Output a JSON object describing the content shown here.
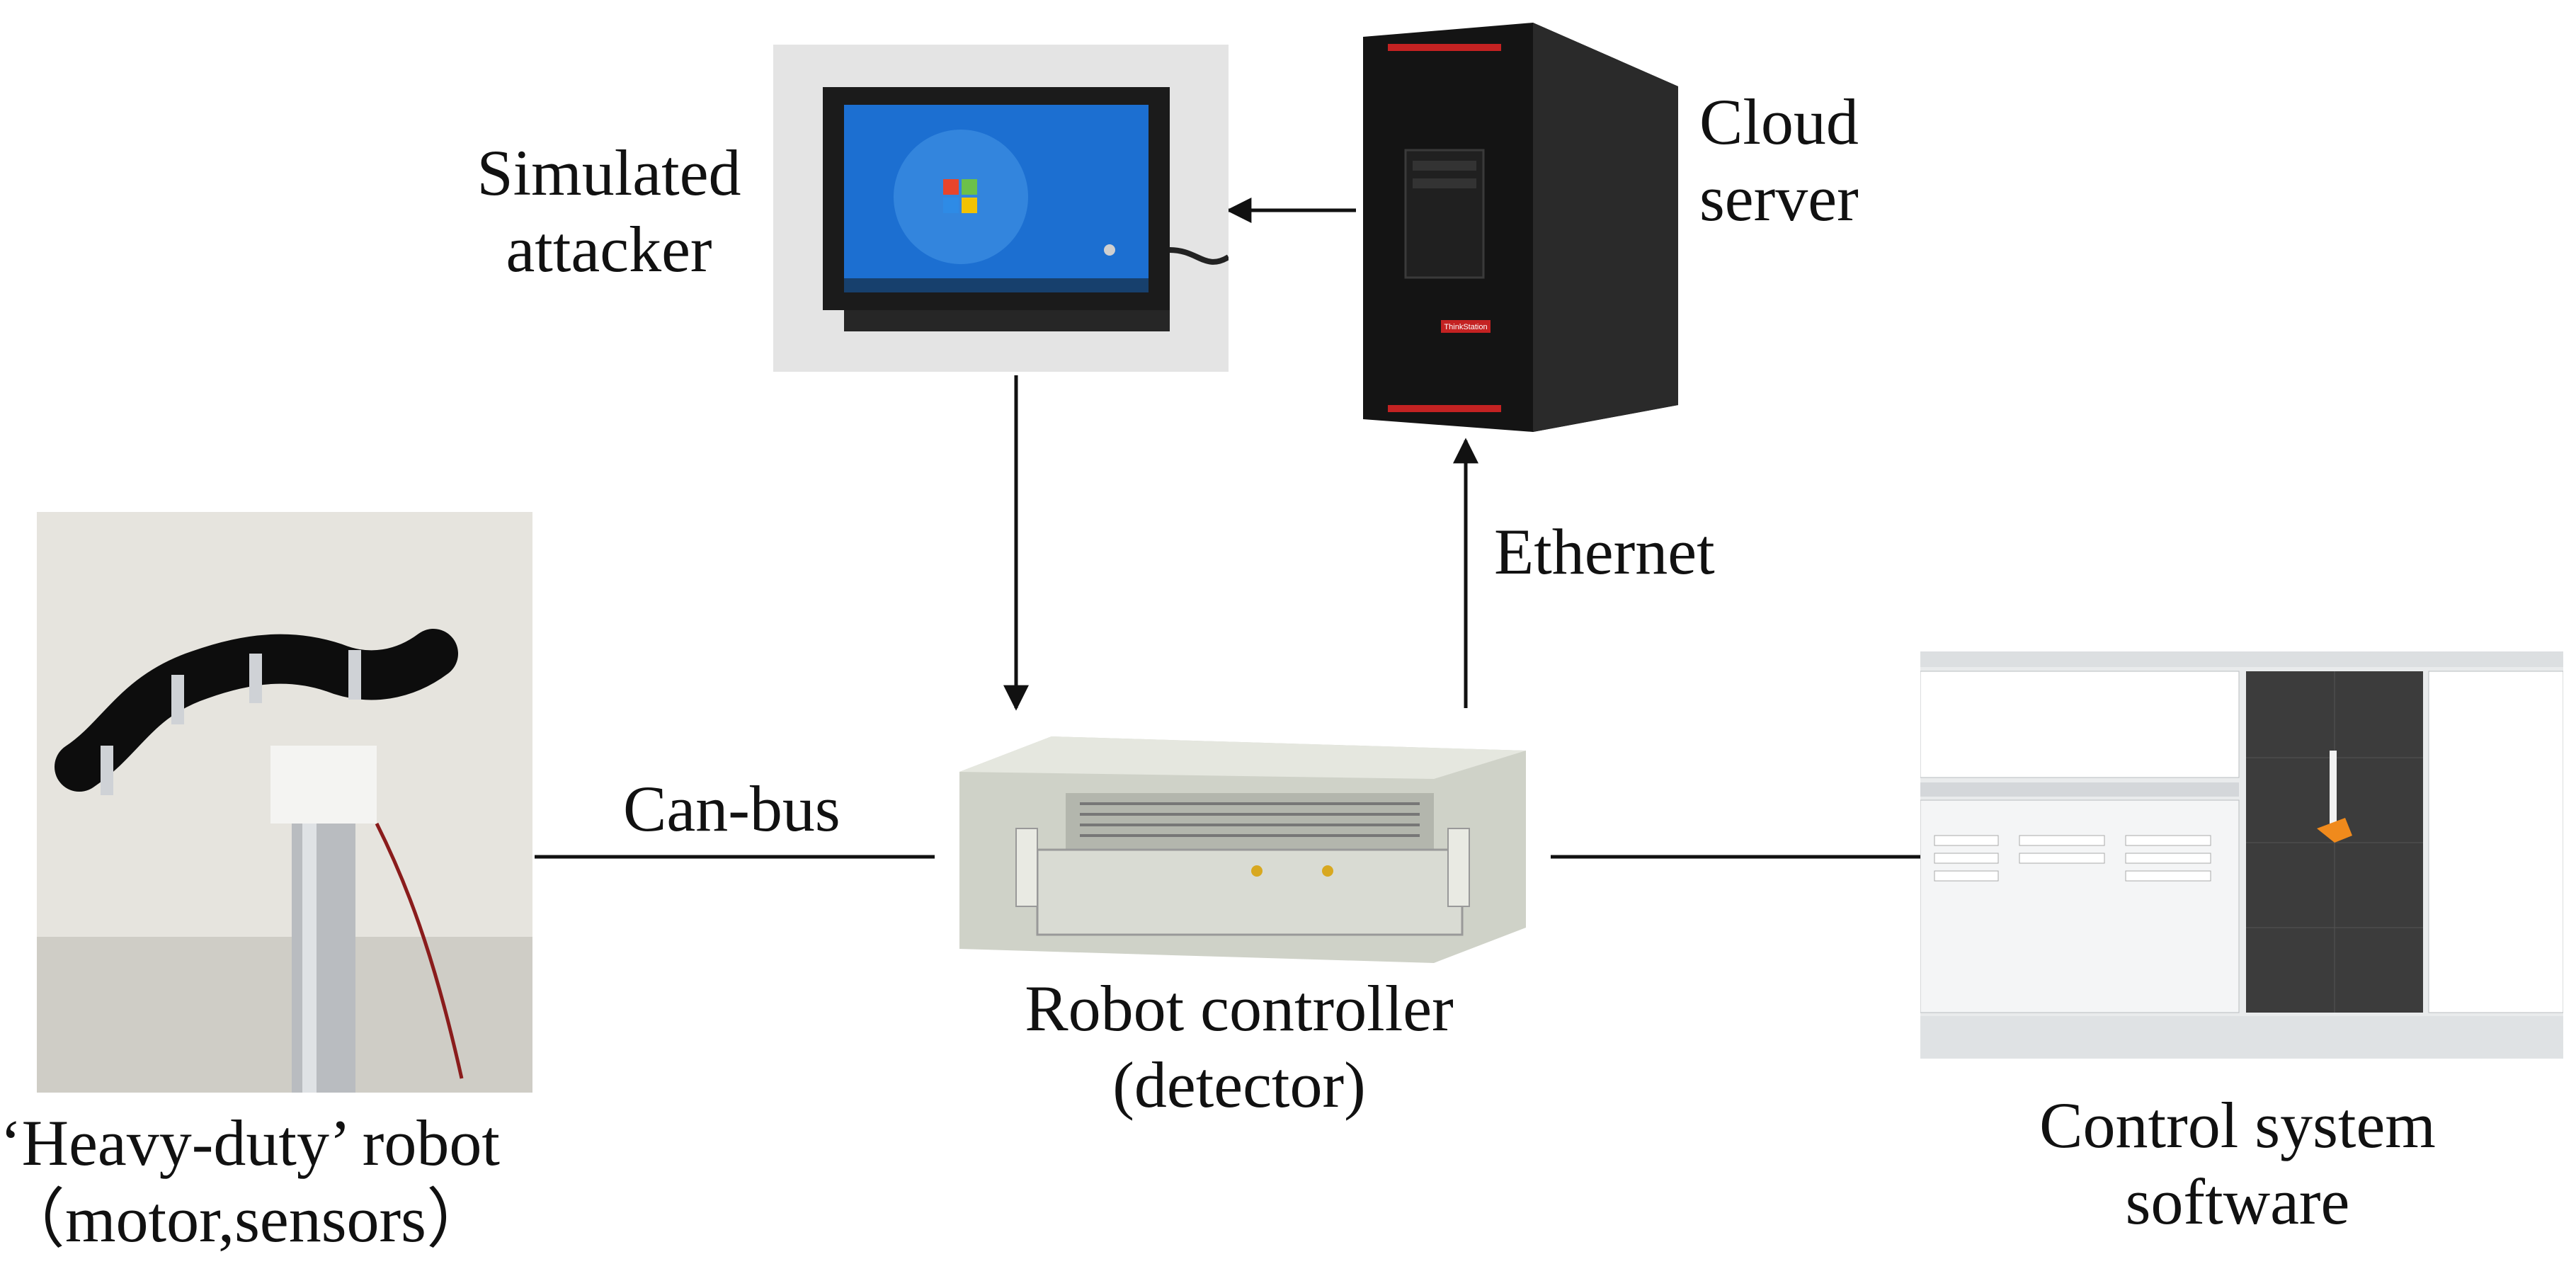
{
  "labels": {
    "simulated_attacker": [
      "Simulated",
      "attacker"
    ],
    "cloud_server": [
      "Cloud",
      "server"
    ],
    "ethernet": "Ethernet",
    "can_bus": "Can-bus",
    "robot_controller": [
      "Robot controller",
      "(detector)"
    ],
    "robot": [
      "‘Heavy-duty’ robot",
      "（motor,sensors）"
    ],
    "control_software": [
      "Control system",
      "software"
    ]
  },
  "screen_logo": "ThinkStation",
  "colors": {
    "line": "#111111",
    "tablet_screen": "#1c6fd1",
    "tower": "#141414",
    "tower_accent": "#c42222",
    "controller": "#d8dbd2",
    "sw_panel": "#e9ebec",
    "sw_viewport": "#3c3c3c",
    "robot_wall": "#e6e4de"
  },
  "icons": [
    "touch-tablet-icon",
    "cloud-tower-icon",
    "rack-controller-icon",
    "robot-arm-photo",
    "control-software-screenshot"
  ]
}
